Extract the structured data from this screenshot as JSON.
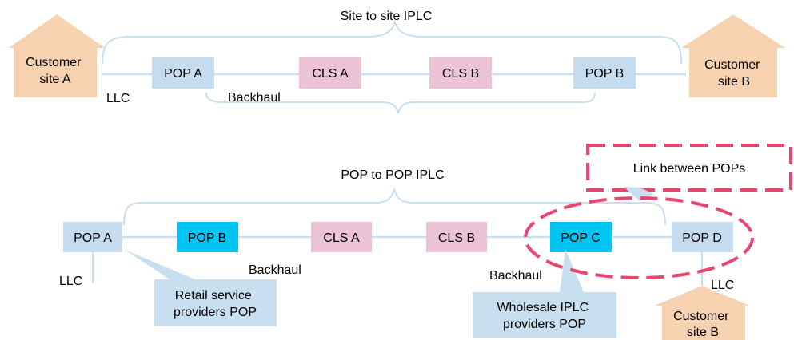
{
  "colors": {
    "pop": "#c5dcee",
    "pop_highlight": "#00c5f2",
    "cls": "#ebc2d6",
    "customer": "#f6d2b0",
    "link": "#c8dff0",
    "dashed": "#e8466e",
    "callout": "#c8dff0"
  },
  "diagram_top": {
    "title": "Site to site IPLC",
    "customer_a": [
      "Customer",
      "site A"
    ],
    "customer_b": [
      "Customer",
      "site B"
    ],
    "nodes": {
      "pop_a": "POP A",
      "cls_a": "CLS A",
      "cls_b": "CLS B",
      "pop_b": "POP B"
    },
    "llc_label": "LLC",
    "backhaul_label": "Backhaul"
  },
  "diagram_bottom": {
    "title": "POP to POP IPLC",
    "nodes": {
      "pop_a": "POP A",
      "pop_b": "POP B",
      "cls_a": "CLS A",
      "cls_b": "CLS B",
      "pop_c": "POP C",
      "pop_d": "POP D"
    },
    "llc_left": "LLC",
    "llc_right": "LLC",
    "backhaul_left": "Backhaul",
    "backhaul_right": "Backhaul",
    "retail_callout": [
      "Retail service",
      "providers POP"
    ],
    "wholesale_callout": [
      "Wholesale IPLC",
      "providers POP"
    ],
    "link_label": "Link between POPs",
    "customer_b": [
      "Customer",
      "site B"
    ]
  }
}
